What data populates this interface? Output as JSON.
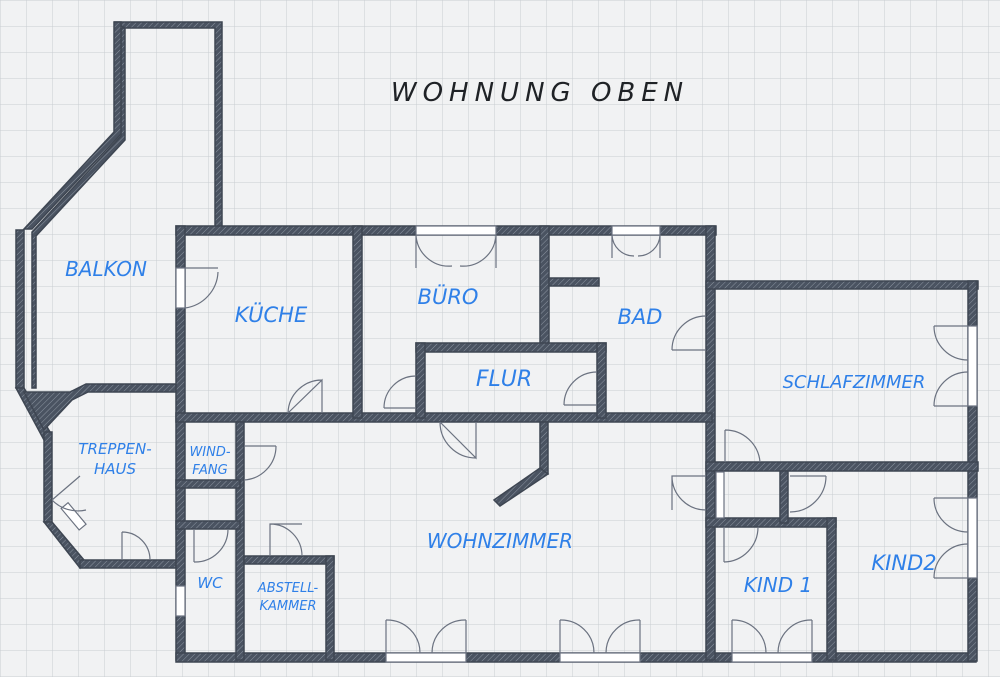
{
  "title": "WOHNUNG OBEN",
  "rooms": {
    "balkon": "BALKON",
    "kueche": "KÜCHE",
    "buero": "BÜRO",
    "bad": "BAD",
    "flur": "FLUR",
    "schlafzimmer": "SCHLAFZIMMER",
    "treppenhaus_1": "TREPPEN-",
    "treppenhaus_2": "HAUS",
    "windfang_1": "WIND-",
    "windfang_2": "FANG",
    "wohnzimmer": "WOHNZIMMER",
    "wc": "WC",
    "abstellkammer_1": "ABSTELL-",
    "abstellkammer_2": "KAMMER",
    "kind1": "KIND 1",
    "kind2": "KIND2"
  },
  "colors": {
    "background": "#f1f2f3",
    "grid": "#c9cdd2",
    "wall": "#3e4652",
    "label": "#2f80e8",
    "title": "#1f2226"
  }
}
